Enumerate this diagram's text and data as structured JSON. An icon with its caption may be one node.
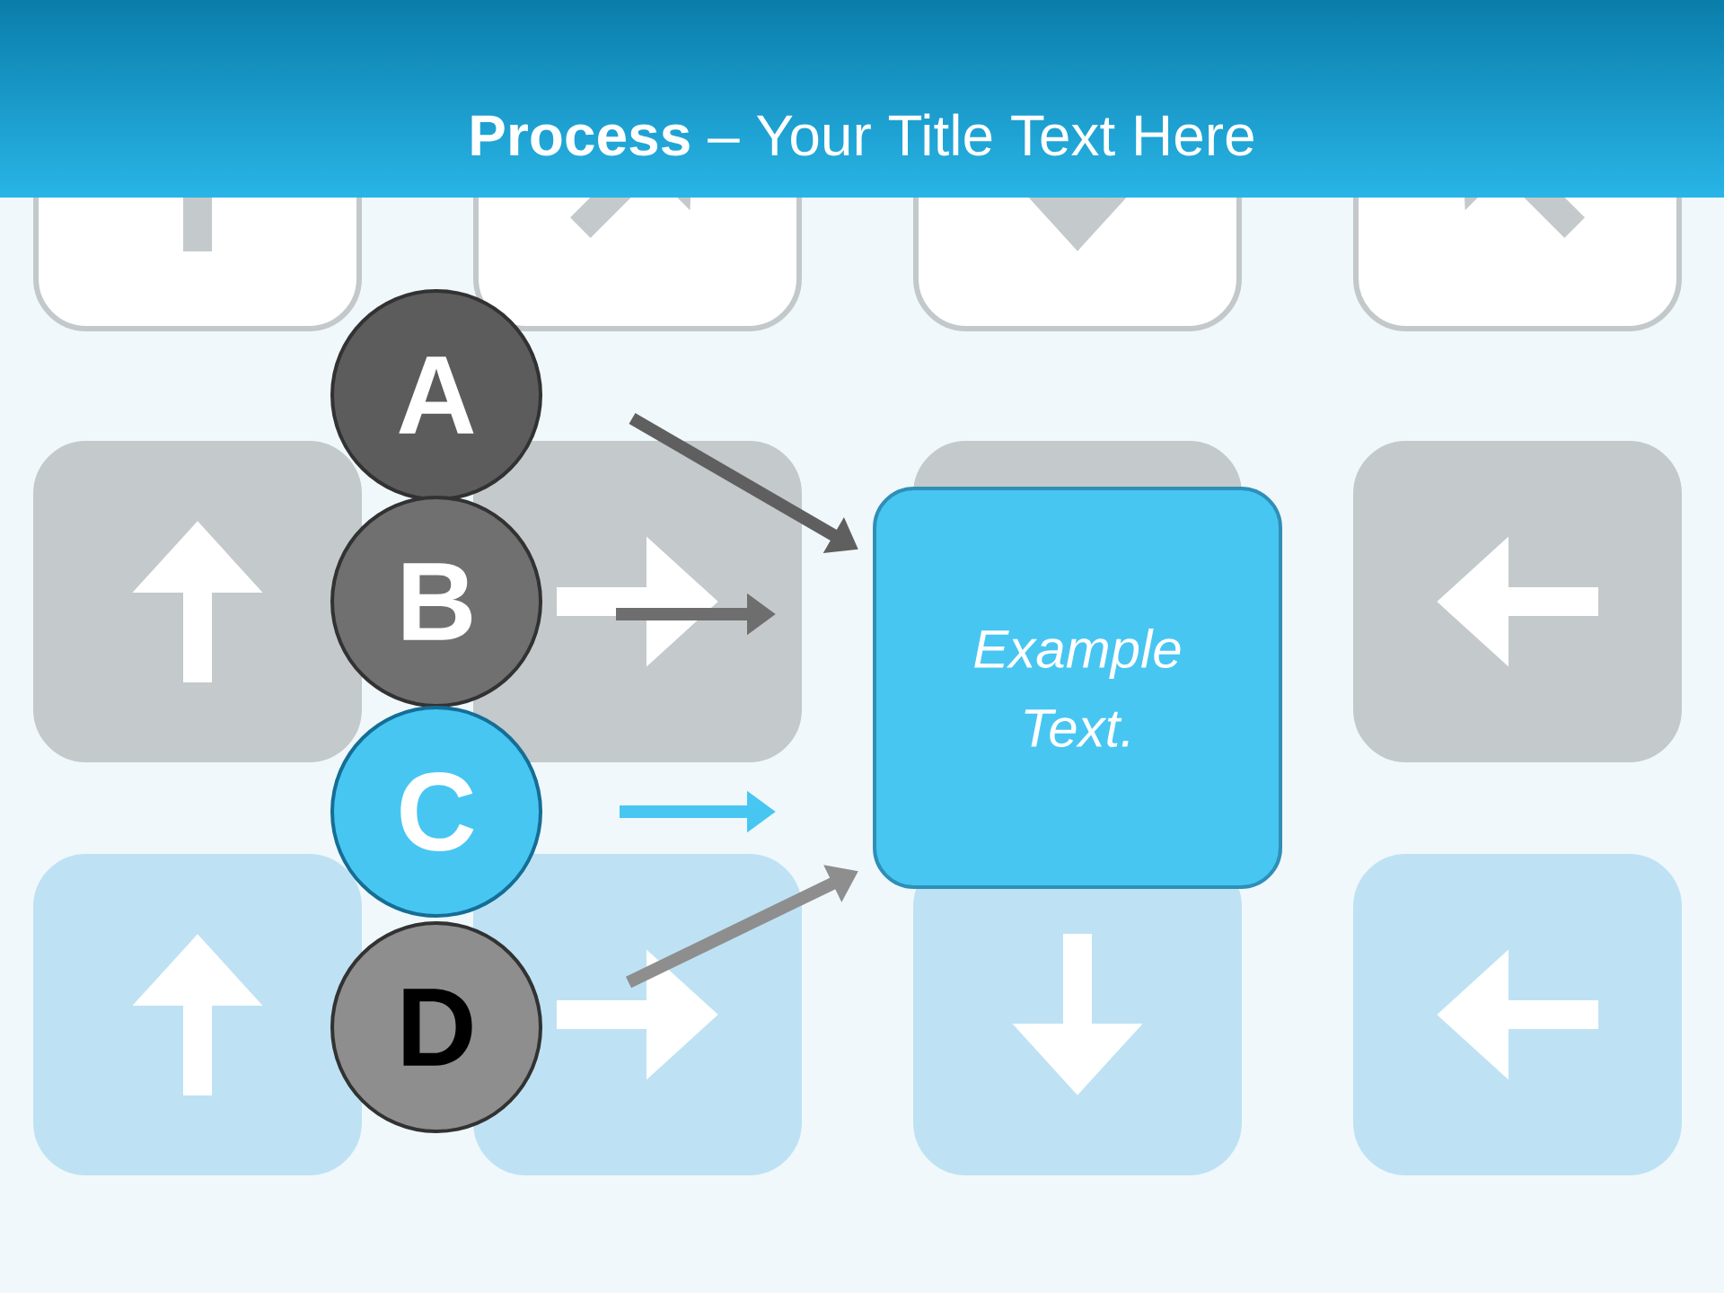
{
  "diagram": {
    "title": "**Process** – Your Title Text Here",
    "nodes": [
      {
        "text": [
          "A"
        ]
      },
      {
        "text": [
          "B"
        ]
      },
      {
        "text": [
          "C"
        ]
      },
      {
        "text": [
          "D"
        ]
      },
      {
        "text": [
          "Example Text."
        ]
      }
    ],
    "edges": [
      {
        "from": 0,
        "to": 4,
        "arrow": "to",
        "color": "#5f5f5f"
      },
      {
        "from": 1,
        "to": 4,
        "arrow": "to",
        "color": "#6e6e6e"
      },
      {
        "from": 2,
        "to": 4,
        "arrow": "to",
        "color": "#48c6f2"
      },
      {
        "from": 3,
        "to": 4,
        "arrow": "to",
        "color": "#8e8e8e"
      }
    ]
  }
}
